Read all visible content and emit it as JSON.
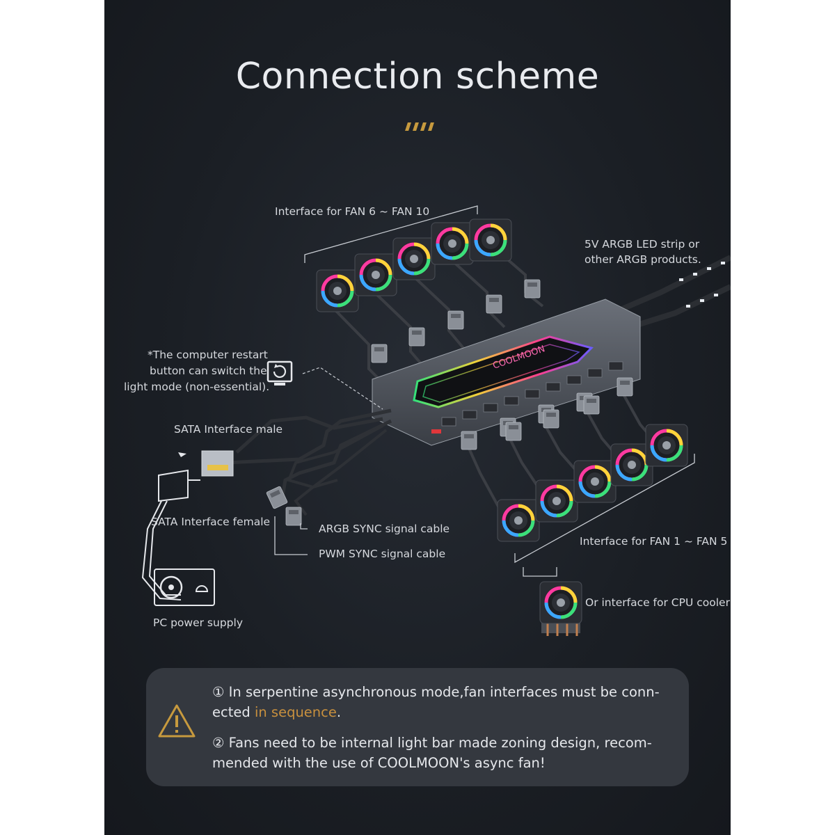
{
  "title": "Connection scheme",
  "colors": {
    "accent": "#c79a3e",
    "highlight": "#c8903e",
    "background": "#1b1f25",
    "notice_box": "#34383f"
  },
  "hub": {
    "brand": "COOLMOON"
  },
  "labels": {
    "fan_top": "Interface for FAN 6 ~ FAN 10",
    "argb_strip_line1": "5V ARGB LED strip or",
    "argb_strip_line2": "other ARGB products.",
    "restart_line1": "*The computer restart",
    "restart_line2": "button can switch the",
    "restart_line3": "light mode  (non-essential).",
    "sata_male": "SATA Interface male",
    "sata_female": "SATA Interface female",
    "argb_sync": "ARGB SYNC signal cable",
    "pwm_sync": "PWM SYNC signal cable",
    "fan_bottom": "Interface for FAN 1 ~ FAN 5",
    "cpu_cooler": "Or interface for CPU cooler",
    "psu": "PC power supply"
  },
  "icons": {
    "restart": "restart-monitor-icon",
    "psu": "power-supply-icon",
    "warning": "warning-triangle-icon",
    "fan": "rgb-fan-icon",
    "cpu_cooler": "cpu-cooler-icon"
  },
  "notes": {
    "note1_prefix": "① In serpentine asynchronous mode,fan interfaces must be conn-ected ",
    "note1_highlight": "in sequence",
    "note1_suffix": ".",
    "note2": "② Fans need to be internal light bar made zoning design, recom-mended with the use of COOLMOON's async fan!"
  }
}
